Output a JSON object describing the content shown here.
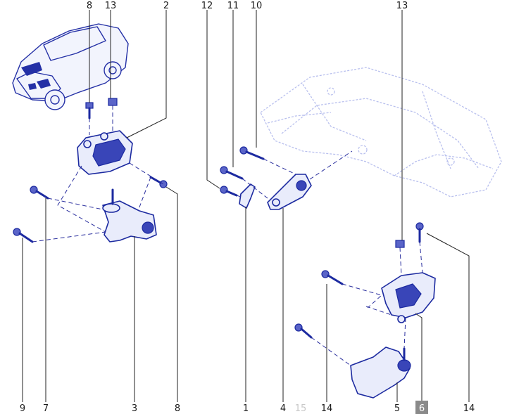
{
  "callouts": {
    "top": [
      {
        "id": "8",
        "label": "8"
      },
      {
        "id": "13",
        "label": "13"
      },
      {
        "id": "2",
        "label": "2"
      },
      {
        "id": "12",
        "label": "12"
      },
      {
        "id": "11",
        "label": "11"
      },
      {
        "id": "10",
        "label": "10"
      },
      {
        "id": "13b",
        "label": "13"
      }
    ],
    "bottom": [
      {
        "id": "9",
        "label": "9"
      },
      {
        "id": "7",
        "label": "7"
      },
      {
        "id": "3",
        "label": "3"
      },
      {
        "id": "8b",
        "label": "8"
      },
      {
        "id": "1",
        "label": "1"
      },
      {
        "id": "4",
        "label": "4"
      },
      {
        "id": "15",
        "label": "15"
      },
      {
        "id": "14",
        "label": "14"
      },
      {
        "id": "5",
        "label": "5"
      },
      {
        "id": "6",
        "label": "6"
      },
      {
        "id": "14b",
        "label": "14"
      }
    ],
    "highlighted": "6",
    "muted": "15"
  },
  "colors": {
    "line": "#1c2aa0",
    "fill": "#e9ecfb",
    "highlight": "#8a8a8a",
    "muted": "#c8c8c8"
  }
}
